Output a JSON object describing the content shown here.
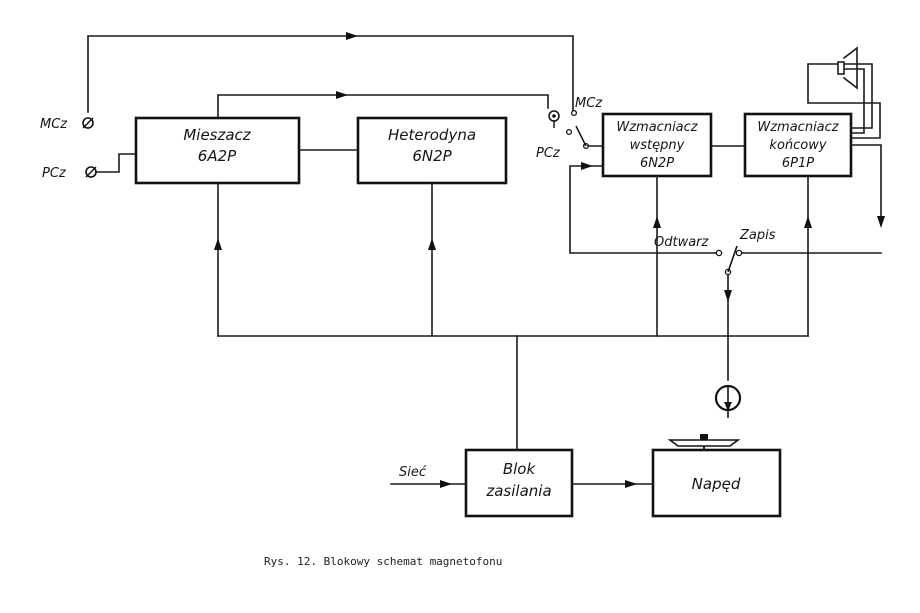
{
  "blocks": {
    "mieszacz": [
      "Mieszacz",
      "6A2P"
    ],
    "heterodyna": [
      "Heterodyna",
      "6N2P"
    ],
    "wzm_wstepny": [
      "Wzmacniacz",
      "wstępny",
      "6N2P"
    ],
    "wzm_koncowy": [
      "Wzmacniacz",
      "końcowy",
      "6P1P"
    ],
    "blok_zasilania": [
      "Blok",
      "zasilania"
    ],
    "naped": [
      "Napęd"
    ]
  },
  "labels": {
    "mcz_input": "MCz",
    "pcz_input": "PCz",
    "mcz_switch": "MCz",
    "pcz_switch": "PCz",
    "odtwarz": "Odtwarz",
    "zapis": "Zapis",
    "siec": "Sieć"
  },
  "caption": "Rys. 12. Blokowy schemat magnetofonu"
}
